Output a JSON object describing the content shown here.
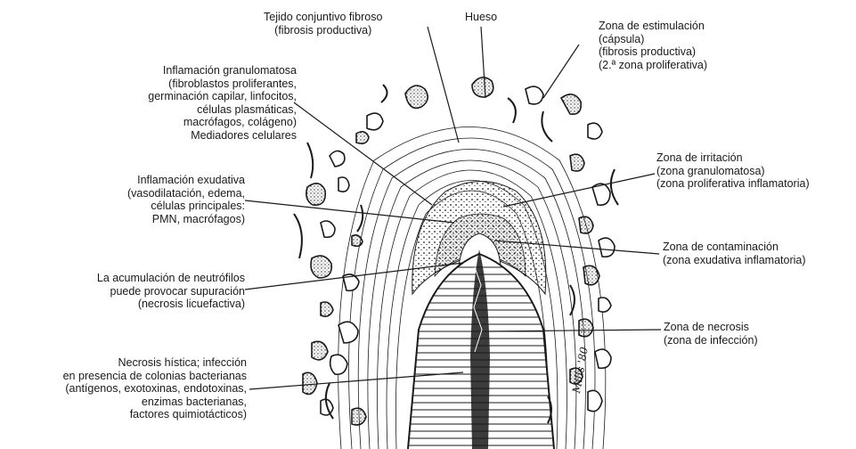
{
  "labels": {
    "tejido": [
      "Tejido conjuntivo fibroso",
      "(fibrosis productiva)"
    ],
    "hueso": [
      "Hueso"
    ],
    "estimulacion": [
      "Zona de estimulación",
      "(cápsula)",
      "(fibrosis productiva)",
      "(2.ª zona proliferativa)"
    ],
    "granulomatosa": [
      "Inflamación granulomatosa",
      "(fibroblastos proliferantes,",
      "germinación capilar, linfocitos,",
      "células plasmáticas,",
      "macrófagos, colágeno)",
      "Mediadores celulares"
    ],
    "irritacion": [
      "Zona de irritación",
      "(zona granulomatosa)",
      "(zona proliferativa inflamatoria)"
    ],
    "exudativa": [
      "Inflamación exudativa",
      "(vasodilatación, edema,",
      "células principales:",
      "PMN, macrófagos)"
    ],
    "contaminacion": [
      "Zona de contaminación",
      "(zona exudativa inflamatoria)"
    ],
    "neutrofilos": [
      "La acumulación de neutrófilos",
      "puede provocar supuración",
      "(necrosis licuefactiva)"
    ],
    "necrosis": [
      "Zona de necrosis",
      "(zona de infección)"
    ],
    "histica": [
      "Necrosis hística; infección",
      "en presencia de colonias bacterianas",
      "(antígenos, exotoxinas, endotoxinas,",
      "enzimas bacterianas,",
      "factores quimiotácticos)"
    ]
  },
  "signature": "Mills '80",
  "colors": {
    "ink": "#1a1a1a",
    "background": "#ffffff"
  }
}
